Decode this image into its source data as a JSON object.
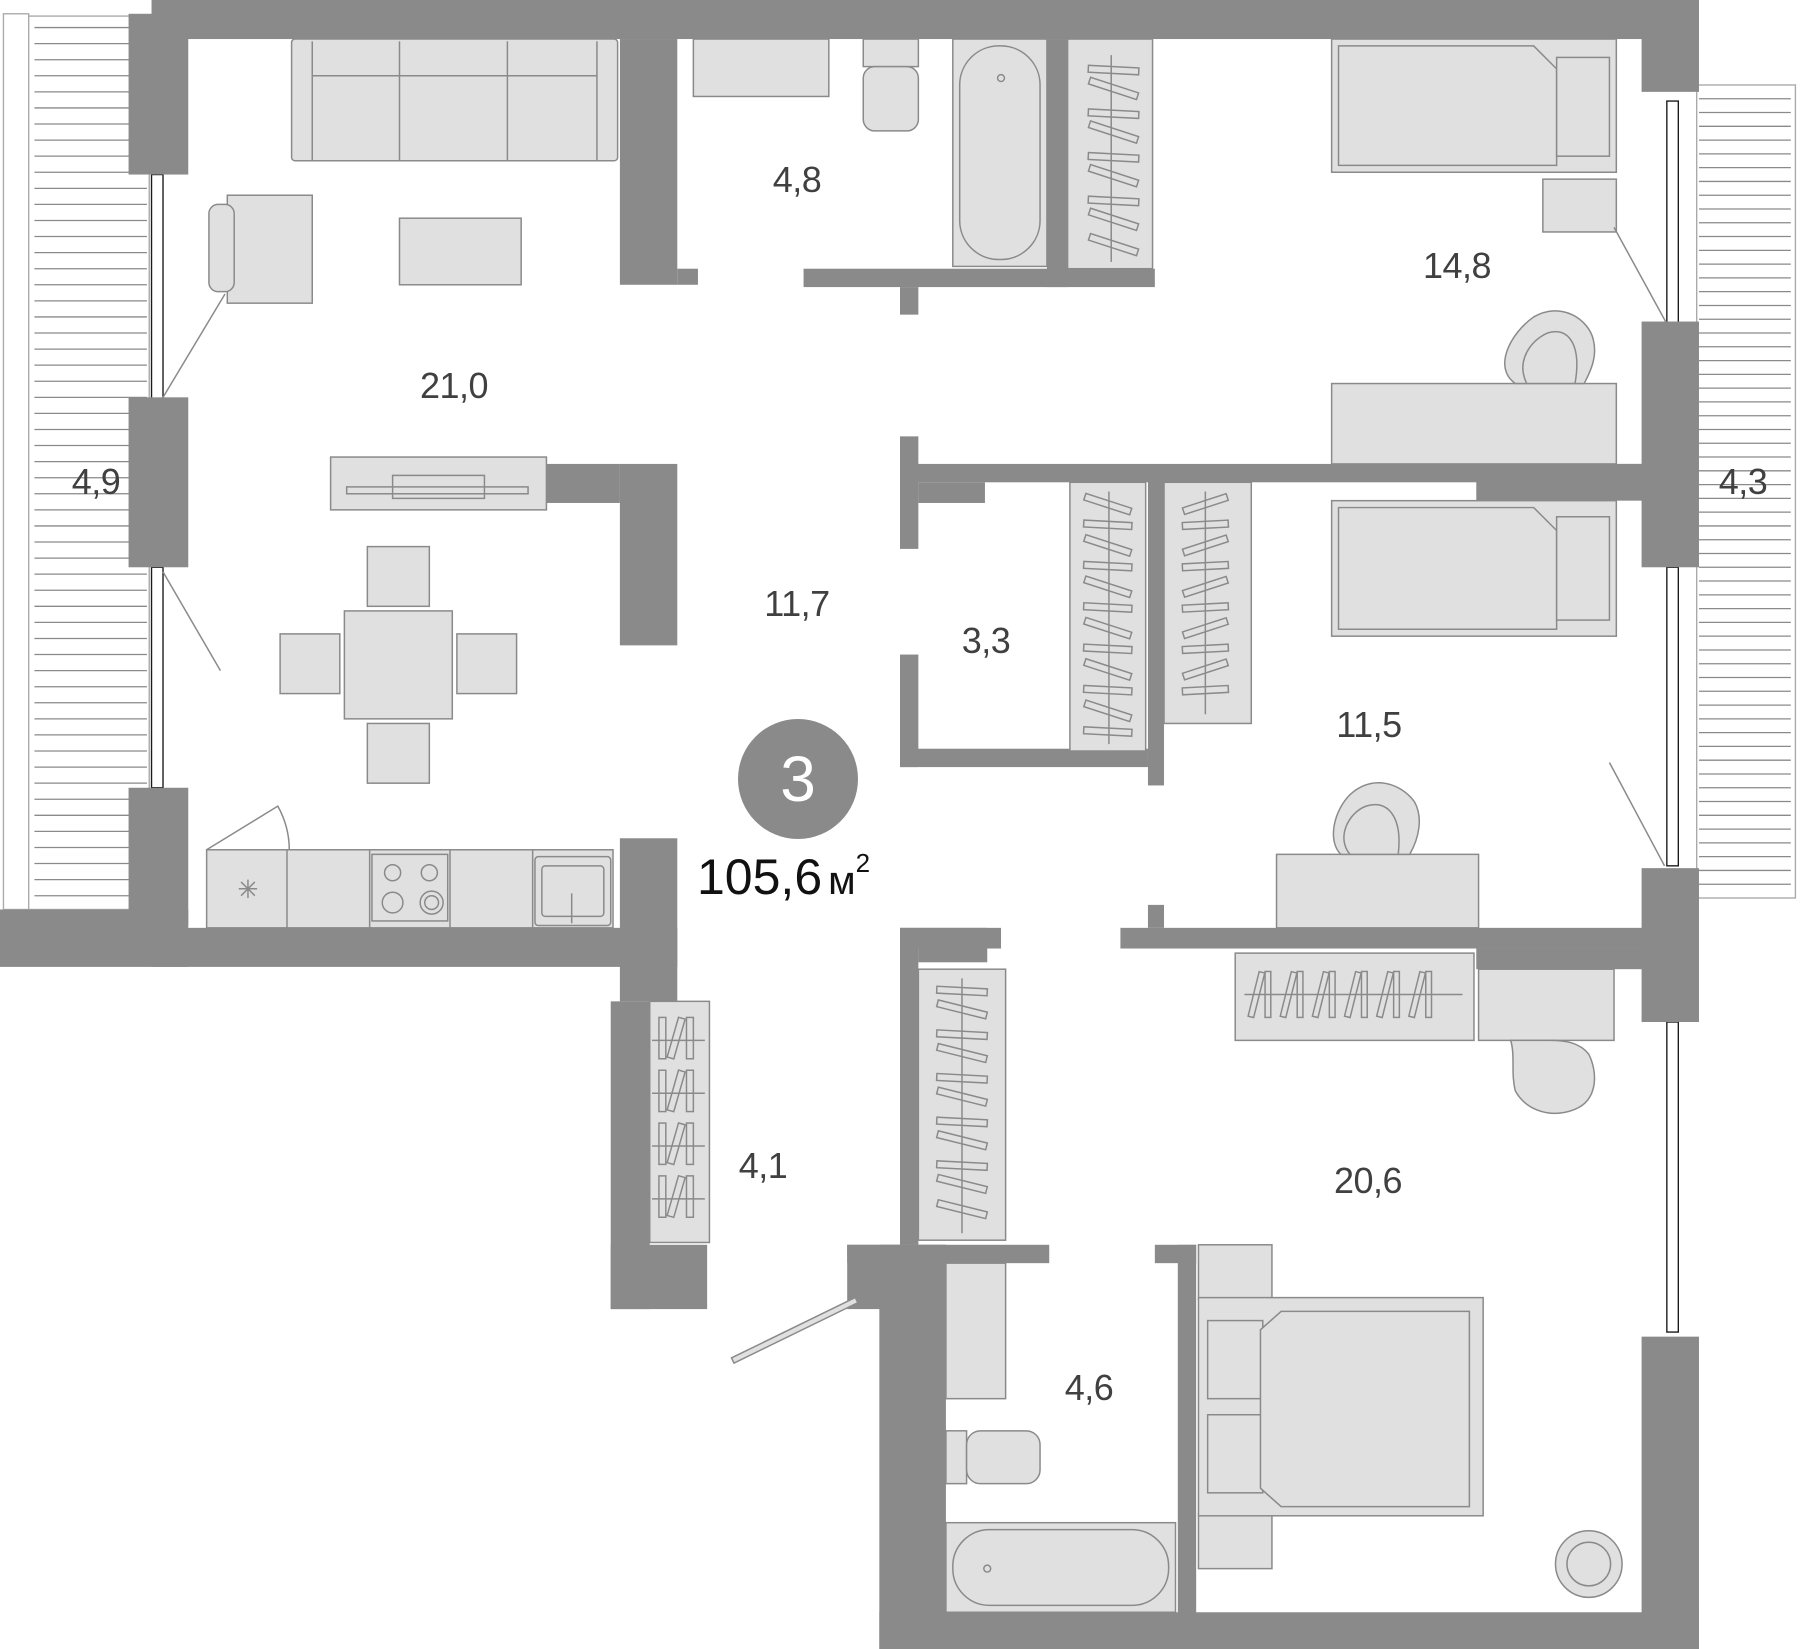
{
  "plan": {
    "room_count": "3",
    "total_area": "105,6",
    "area_unit": "м",
    "area_unit_power": "2",
    "colors": {
      "wall": "#8a8a8a",
      "furniture_fill": "#e0e0e0",
      "furniture_stroke": "#8a8a8a",
      "label_text": "#404040",
      "total_text": "#111111",
      "badge_text": "#ffffff"
    },
    "rooms": [
      {
        "id": "living-kitchen",
        "area": "21,0"
      },
      {
        "id": "bathroom-top",
        "area": "4,8"
      },
      {
        "id": "bedroom-top-right",
        "area": "14,8"
      },
      {
        "id": "balcony-left",
        "area": "4,9"
      },
      {
        "id": "balcony-right",
        "area": "4,3"
      },
      {
        "id": "hallway",
        "area": "11,7"
      },
      {
        "id": "wardrobe",
        "area": "3,3"
      },
      {
        "id": "bedroom-middle-right",
        "area": "11,5"
      },
      {
        "id": "entrance",
        "area": "4,1"
      },
      {
        "id": "master-bedroom",
        "area": "20,6"
      },
      {
        "id": "bathroom-bottom",
        "area": "4,6"
      }
    ]
  }
}
